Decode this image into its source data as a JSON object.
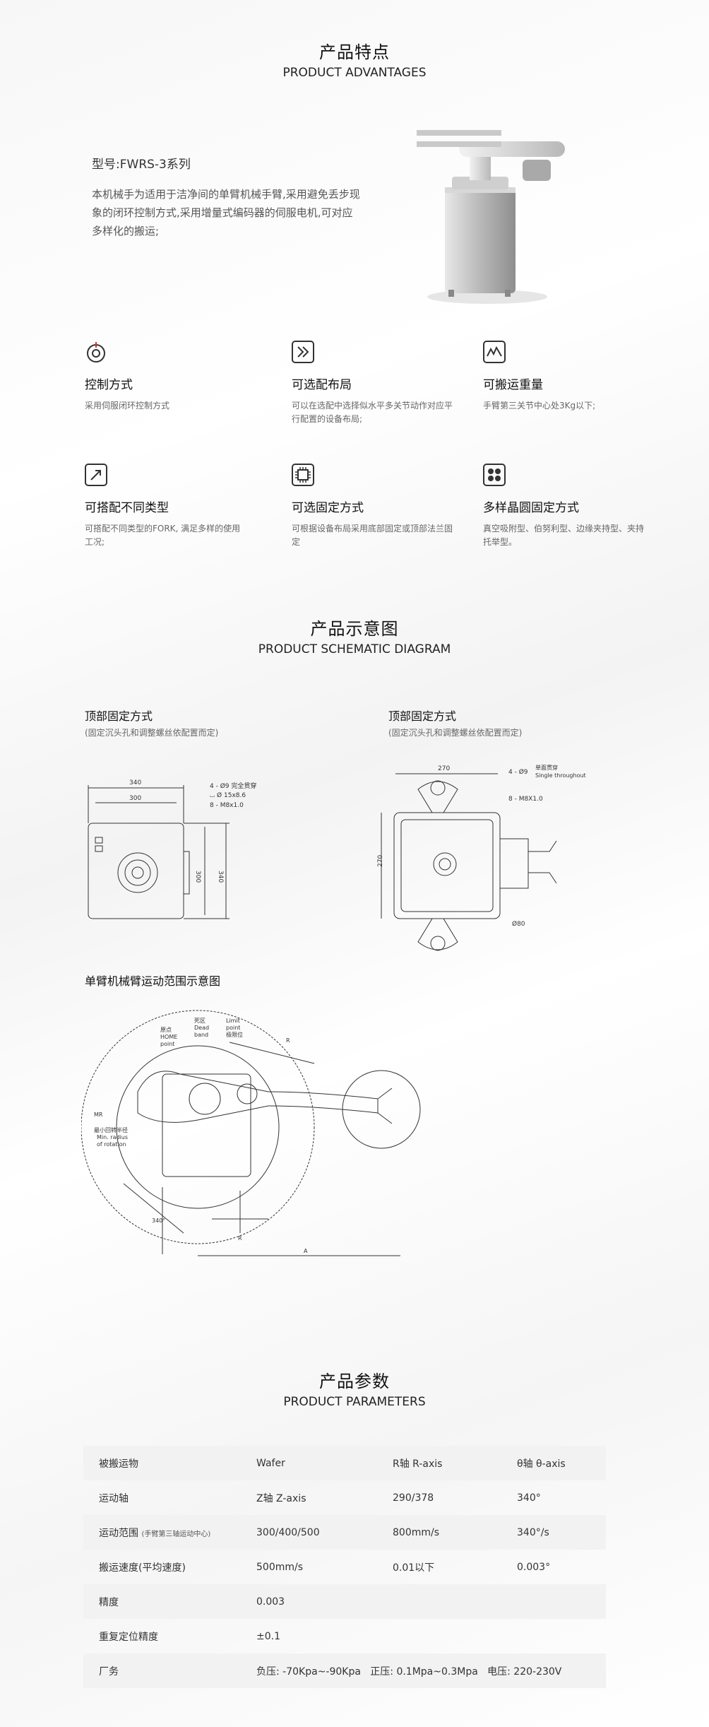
{
  "advantages": {
    "title_cn": "产品特点",
    "title_en": "PRODUCT ADVANTAGES",
    "model": "型号:FWRS-3系列",
    "intro": "本机械手为适用于洁净间的单臂机械手臂,采用避免丢步现象的闭环控制方式,采用增量式编码器的伺服电机,可对应多样化的搬运;"
  },
  "features": [
    {
      "title": "控制方式",
      "desc": "采用伺服闭环控制方式",
      "icon": "control-icon"
    },
    {
      "title": "可选配布局",
      "desc": "可以在选配中选择似水平多关节动作对应平行配置的设备布局;",
      "icon": "layout-icon"
    },
    {
      "title": "可搬运重量",
      "desc": "手臂第三关节中心处3Kg以下;",
      "icon": "weight-icon"
    },
    {
      "title": "可搭配不同类型",
      "desc": "可搭配不同类型的FORK, 满足多样的使用工况;",
      "icon": "rocket-icon"
    },
    {
      "title": "可选固定方式",
      "desc": "可根据设备布局采用底部固定或顶部法兰固定",
      "icon": "chip-icon"
    },
    {
      "title": "多样晶圆固定方式",
      "desc": "真空吸附型、伯努利型、边缘夹持型、夹持托举型。",
      "icon": "grid-icon"
    }
  ],
  "schematic": {
    "title_cn": "产品示意图",
    "title_en": "PRODUCT SCHEMATIC DIAGRAM",
    "left": {
      "heading": "顶部固定方式",
      "sub": "(固定沉头孔和调整螺丝依配置而定)",
      "labels": {
        "w1": "340",
        "w2": "300",
        "h1": "300",
        "h2": "340",
        "n1": "4 - Ø9 完全贯穿",
        "n2": "⌴ Ø 15x8.6",
        "n3": "8 - M8x1.0"
      }
    },
    "right": {
      "heading": "顶部固定方式",
      "sub": "(固定沉头孔和调整螺丝依配置而定)",
      "labels": {
        "w": "270",
        "h": "270",
        "n1": "4 - Ø9",
        "n1b": "单面贯穿",
        "n1c": "Single throughout",
        "n2": "8 - M8X1.0",
        "d": "Ø80"
      }
    },
    "range": {
      "heading": "单臂机械臂运动范围示意图",
      "labels": {
        "home1": "原点",
        "home2": "HOME",
        "home3": "point",
        "dead1": "死区",
        "dead2": "Dead",
        "dead3": "band",
        "lim1": "Limit",
        "lim2": "point",
        "lim3": "极限位",
        "r": "R",
        "mr": "MR",
        "mr1": "最小回转半径",
        "mr2": "Min. radius",
        "mr3": "of rotation",
        "deg": "340°",
        "r2": "R",
        "a": "A"
      }
    }
  },
  "parameters": {
    "title_cn": "产品参数",
    "title_en": "PRODUCT PARAMETERS",
    "rows": [
      [
        "被搬运物",
        "",
        "Wafer",
        "R轴 R-axis",
        "θ轴 θ-axis"
      ],
      [
        "运动轴",
        "",
        "Z轴 Z-axis",
        "290/378",
        "340°"
      ],
      [
        "运动范围",
        "(手臂第三轴运动中心)",
        "300/400/500",
        "800mm/s",
        "340°/s"
      ],
      [
        "搬运速度(平均速度)",
        "",
        "500mm/s",
        "0.01以下",
        "0.003°"
      ],
      [
        "精度",
        "",
        "0.003",
        "",
        ""
      ],
      [
        "重复定位精度",
        "",
        "±0.1",
        "",
        ""
      ]
    ],
    "power": {
      "label": "厂务",
      "value": "负压: -70Kpa~-90Kpa   正压: 0.1Mpa~0.3Mpa   电压: 220-230V"
    }
  }
}
